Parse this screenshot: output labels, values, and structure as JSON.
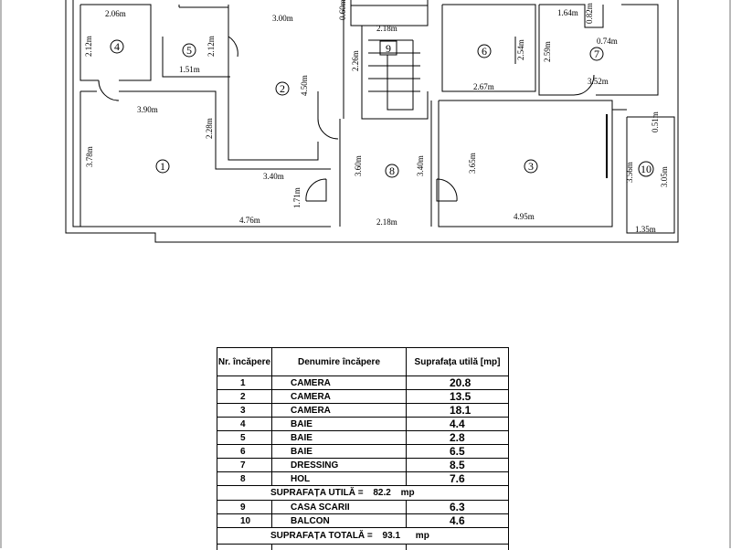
{
  "plan": {
    "dims": {
      "d_2_06": "2.06m",
      "d_3_00": "3.00m",
      "d_0_60": "0.60m",
      "d_2_18_top": "2.18m",
      "d_1_64": "1.64m",
      "d_0_82": "0.82m",
      "d_0_74": "0.74m",
      "d_2_12_a": "2.12m",
      "d_2_12_b": "2.12m",
      "d_1_51": "1.51m",
      "d_4_50": "4.50m",
      "d_2_26": "2.26m",
      "d_2_54": "2.54m",
      "d_2_59": "2.59m",
      "d_2_67": "2.67m",
      "d_3_52": "3.52m",
      "d_3_90": "3.90m",
      "d_2_28": "2.28m",
      "d_3_78": "3.78m",
      "d_3_40_h": "3.40m",
      "d_3_60": "3.60m",
      "d_3_40_v": "3.40m",
      "d_3_65": "3.65m",
      "d_0_51": "0.51m",
      "d_3_56": "3.56m",
      "d_3_05": "3.05m",
      "d_1_71": "1.71m",
      "d_4_76": "4.76m",
      "d_2_18_bot": "2.18m",
      "d_4_95": "4.95m",
      "d_1_35": "1.35m"
    },
    "room_numbers": [
      "1",
      "2",
      "3",
      "4",
      "5",
      "6",
      "7",
      "8",
      "9",
      "10"
    ]
  },
  "table": {
    "headers": {
      "nr": "Nr. încăpere",
      "name": "Denumire încăpere",
      "area": "Suprafața utilă [mp]"
    },
    "rooms": [
      {
        "nr": "1",
        "name": "CAMERA",
        "area": "20.8"
      },
      {
        "nr": "2",
        "name": "CAMERA",
        "area": "13.5"
      },
      {
        "nr": "3",
        "name": "CAMERA",
        "area": "18.1"
      },
      {
        "nr": "4",
        "name": "BAIE",
        "area": "4.4"
      },
      {
        "nr": "5",
        "name": "BAIE",
        "area": "2.8"
      },
      {
        "nr": "6",
        "name": "BAIE",
        "area": "6.5"
      },
      {
        "nr": "7",
        "name": "DRESSING",
        "area": "8.5"
      },
      {
        "nr": "8",
        "name": "HOL",
        "area": "7.6"
      }
    ],
    "useful_label": "SUPRAFAȚA UTILĂ =",
    "useful_value": "82.2",
    "useful_unit": "mp",
    "extra_rooms": [
      {
        "nr": "9",
        "name": "CASA SCARII",
        "area": "6.3"
      },
      {
        "nr": "10",
        "name": "BALCON",
        "area": "4.6"
      }
    ],
    "total_label": "SUPRAFAȚA TOTALĂ =",
    "total_value": "93.1",
    "total_unit": "mp"
  }
}
